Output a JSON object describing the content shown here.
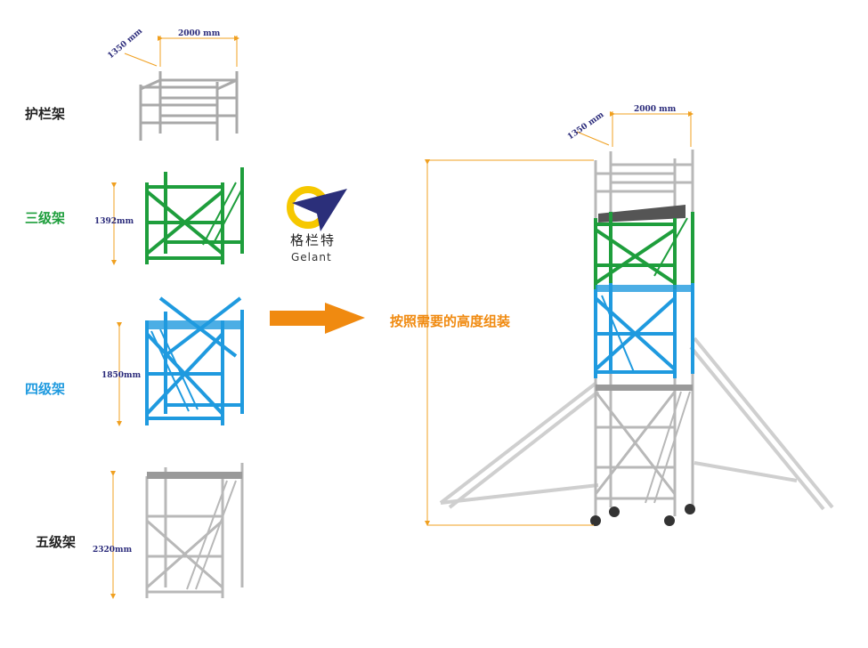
{
  "labels": {
    "guardrail": "护栏架",
    "level3": "三级架",
    "level4": "四级架",
    "level5": "五级架",
    "assemble": "按照需要的高度组装"
  },
  "dimensions": {
    "width_small": "2000 mm",
    "depth_small": "1350 mm",
    "h3": "1392mm",
    "h4": "1850mm",
    "h5": "2320mm",
    "width_big": "2000 mm",
    "depth_big": "1350 mm"
  },
  "brand": {
    "name_cn": "格栏特",
    "name_en": "Gelant"
  },
  "colors": {
    "grey": "#b8b8b8",
    "green": "#1e9e3c",
    "blue": "#1f9adf",
    "orange_dim": "#f0a020",
    "arrow": "#f08a10",
    "label_green": "#1e9e3c",
    "label_blue": "#1f9adf",
    "label_orange": "#f08a10",
    "label_dark": "#222222",
    "logo_yellow": "#f6c800",
    "logo_navy": "#2b2f7a"
  }
}
